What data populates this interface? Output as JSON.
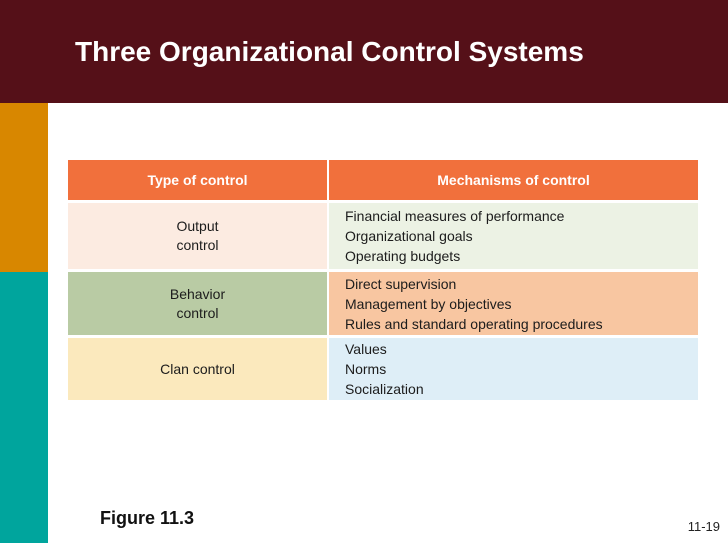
{
  "slide": {
    "title": "Three Organizational Control Systems",
    "figure_caption": "Figure 11.3",
    "page_number": "11-19"
  },
  "table": {
    "headers": [
      "Type of control",
      "Mechanisms of control"
    ],
    "rows": [
      {
        "type_lines": [
          "Output",
          "control"
        ],
        "mechanisms": [
          "Financial measures of performance",
          "Organizational goals",
          "Operating budgets"
        ]
      },
      {
        "type_lines": [
          "Behavior",
          "control"
        ],
        "mechanisms": [
          "Direct supervision",
          "Management by objectives",
          "Rules and standard operating procedures"
        ]
      },
      {
        "type_lines": [
          "Clan control"
        ],
        "mechanisms": [
          "Values",
          "Norms",
          "Socialization"
        ]
      }
    ]
  },
  "colors": {
    "header_maroon": "#551018",
    "accent_orange": "#D88700",
    "accent_teal": "#00A59D",
    "table_header_orange": "#F1703C",
    "row1_left": "#FCEBE1",
    "row1_right": "#ECF2E4",
    "row2_left": "#B9CBA4",
    "row2_right": "#F8C6A1",
    "row3_left": "#FBE9BD",
    "row3_right": "#DEEEF7"
  }
}
